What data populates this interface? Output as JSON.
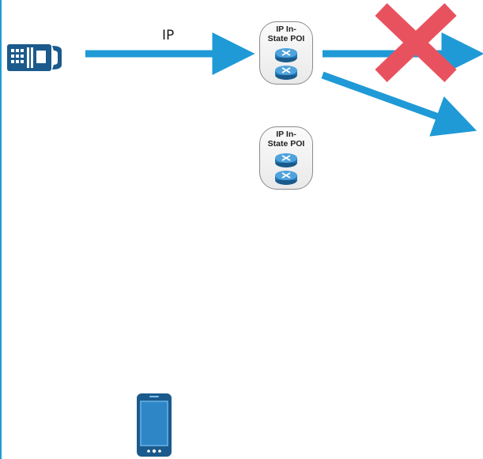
{
  "diagram": {
    "edge_label": "IP",
    "poi_nodes": [
      {
        "label": "IP In-\nState POI"
      },
      {
        "label": "IP In-\nState POI"
      }
    ],
    "icons": {
      "source": "pbx-phone-icon",
      "router": "router-icon",
      "blocked": "red-x-icon",
      "mobile": "smartphone-icon"
    },
    "colors": {
      "arrow": "#1f9ad6",
      "blocked": "#e8525f",
      "device": "#1b5a8c"
    }
  }
}
